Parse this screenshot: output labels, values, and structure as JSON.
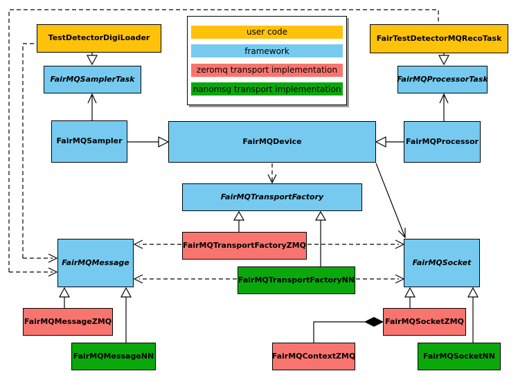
{
  "legend": {
    "items": [
      {
        "label": "user code",
        "color": "#FFC20A"
      },
      {
        "label": "framework",
        "color": "#76CAF0"
      },
      {
        "label": "zeromq transport implementation",
        "color": "#F8756F"
      },
      {
        "label": "nanomsg transport implementation",
        "color": "#0BA80B"
      }
    ]
  },
  "colors": {
    "user_code": "#FFC20A",
    "framework": "#76CAF0",
    "zeromq_impl": "#F8756F",
    "nanomsg_impl": "#0BA80B",
    "border": "#000000",
    "background": "#FFFFFF"
  },
  "nodes": {
    "digiloader": {
      "label": "TestDetectorDigiLoader",
      "category": "user code"
    },
    "recotask": {
      "label": "FairTestDetectorMQRecoTask",
      "category": "user code"
    },
    "samplertask": {
      "label": "FairMQSamplerTask",
      "category": "framework",
      "abstract": true
    },
    "processortask": {
      "label": "FairMQProcessorTask",
      "category": "framework",
      "abstract": true
    },
    "sampler": {
      "label": "FairMQSampler",
      "category": "framework"
    },
    "device": {
      "label": "FairMQDevice",
      "category": "framework"
    },
    "processor": {
      "label": "FairMQProcessor",
      "category": "framework"
    },
    "transportfactory": {
      "label": "FairMQTransportFactory",
      "category": "framework",
      "abstract": true
    },
    "transportfactoryzmq": {
      "label": "FairMQTransportFactoryZMQ",
      "category": "zeromq transport implementation"
    },
    "transportfactorynn": {
      "label": "FairMQTransportFactoryNN",
      "category": "nanomsg transport implementation"
    },
    "message": {
      "label": "FairMQMessage",
      "category": "framework",
      "abstract": true
    },
    "socket": {
      "label": "FairMQSocket",
      "category": "framework",
      "abstract": true
    },
    "messagezmq": {
      "label": "FairMQMessageZMQ",
      "category": "zeromq transport implementation"
    },
    "messagenn": {
      "label": "FairMQMessageNN",
      "category": "nanomsg transport implementation"
    },
    "socketzmq": {
      "label": "FairMQSocketZMQ",
      "category": "zeromq transport implementation"
    },
    "socketnn": {
      "label": "FairMQSocketNN",
      "category": "nanomsg transport implementation"
    },
    "contextzmq": {
      "label": "FairMQContextZMQ",
      "category": "zeromq transport implementation"
    }
  },
  "edges": [
    {
      "from": "TestDetectorDigiLoader",
      "to": "FairMQSamplerTask",
      "type": "hollow-triangle"
    },
    {
      "from": "FairTestDetectorMQRecoTask",
      "to": "FairMQProcessorTask",
      "type": "hollow-triangle"
    },
    {
      "from": "FairMQSampler",
      "to": "FairMQSamplerTask",
      "type": "open-arrow"
    },
    {
      "from": "FairMQProcessor",
      "to": "FairMQProcessorTask",
      "type": "open-arrow"
    },
    {
      "from": "FairMQSampler",
      "to": "FairMQDevice",
      "type": "hollow-triangle"
    },
    {
      "from": "FairMQProcessor",
      "to": "FairMQDevice",
      "type": "hollow-triangle"
    },
    {
      "from": "FairMQDevice",
      "to": "FairMQTransportFactory",
      "type": "dashed-open-arrow"
    },
    {
      "from": "FairMQDevice",
      "to": "FairMQSocket",
      "type": "open-arrow"
    },
    {
      "from": "FairMQTransportFactoryZMQ",
      "to": "FairMQTransportFactory",
      "type": "hollow-triangle"
    },
    {
      "from": "FairMQTransportFactoryNN",
      "to": "FairMQTransportFactory",
      "type": "hollow-triangle"
    },
    {
      "from": "FairMQTransportFactoryZMQ",
      "to": "FairMQMessage",
      "type": "dashed-open-arrow"
    },
    {
      "from": "FairMQTransportFactoryZMQ",
      "to": "FairMQSocket",
      "type": "dashed-open-arrow"
    },
    {
      "from": "FairMQTransportFactoryNN",
      "to": "FairMQMessage",
      "type": "dashed-open-arrow"
    },
    {
      "from": "FairMQTransportFactoryNN",
      "to": "FairMQSocket",
      "type": "dashed-open-arrow"
    },
    {
      "from": "TestDetectorDigiLoader",
      "to": "FairMQMessage",
      "type": "dashed-open-arrow"
    },
    {
      "from": "FairTestDetectorMQRecoTask",
      "to": "FairMQMessage",
      "type": "dashed-open-arrow"
    },
    {
      "from": "FairMQMessageZMQ",
      "to": "FairMQMessage",
      "type": "hollow-triangle"
    },
    {
      "from": "FairMQMessageNN",
      "to": "FairMQMessage",
      "type": "hollow-triangle"
    },
    {
      "from": "FairMQSocketZMQ",
      "to": "FairMQSocket",
      "type": "hollow-triangle"
    },
    {
      "from": "FairMQSocketNN",
      "to": "FairMQSocket",
      "type": "hollow-triangle"
    },
    {
      "from": "FairMQContextZMQ",
      "to": "FairMQSocketZMQ",
      "type": "filled-diamond"
    }
  ]
}
